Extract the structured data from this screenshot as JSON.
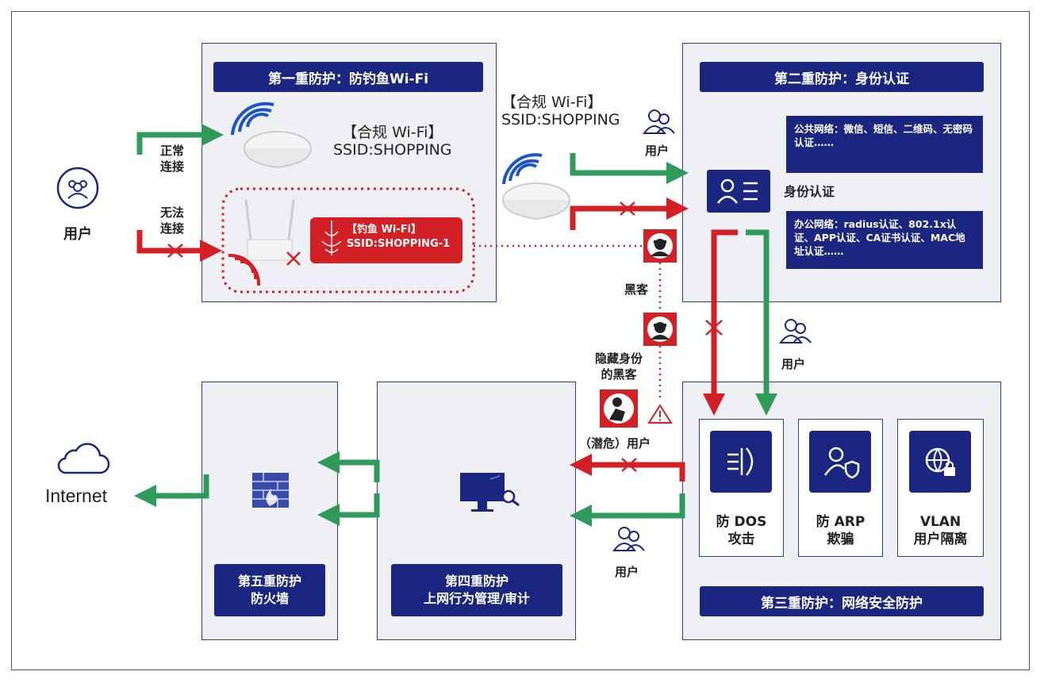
{
  "user_main": {
    "label": "用户"
  },
  "connect_ok": {
    "line1": "正常",
    "line2": "连接"
  },
  "connect_fail": {
    "line1": "无法",
    "line2": "连接"
  },
  "layer1": {
    "title": "第一重防护：防钓鱼Wi-Fi",
    "legit_line1": "【合规 Wi-Fi】",
    "legit_line2": "SSID:SHOPPING",
    "phish_line1": "【钓鱼 Wi-Fi】",
    "phish_line2": "SSID:SHOPPING-1"
  },
  "mid_ap": {
    "line1": "【合规 Wi-Fi】",
    "line2": "SSID:SHOPPING",
    "user_label": "用户"
  },
  "layer2": {
    "title": "第二重防护：身份认证",
    "public_net": "公共网络：微信、短信、二维码、无密码认证……",
    "identity_label": "身份认证",
    "office_net": "办公网络：radius认证、802.1x认证、APP认证、CA证书认证、MAC地址认证……"
  },
  "hacker": {
    "label": "黑客"
  },
  "hidden_hacker": {
    "line1": "隐藏身份",
    "line2": "的黑客"
  },
  "potential_user": {
    "label": "（潜危）用户"
  },
  "right_user": {
    "label": "用户"
  },
  "bottom_user": {
    "label": "用户"
  },
  "internet": {
    "label": "Internet"
  },
  "layer3": {
    "title": "第三重防护：网络安全防护",
    "cards": [
      {
        "line1": "防 DOS",
        "line2": "攻击",
        "icon": "shield-filter-icon"
      },
      {
        "line1": "防 ARP",
        "line2": "欺骗",
        "icon": "user-shield-icon"
      },
      {
        "line1": "VLAN",
        "line2": "用户隔离",
        "icon": "globe-lock-icon"
      }
    ]
  },
  "layer4": {
    "line1": "第四重防护",
    "line2": "上网行为管理/审计"
  },
  "layer5": {
    "line1": "第五重防护",
    "line2": "防火墙"
  },
  "colors": {
    "navy": "#1a2680",
    "green": "#2e9b5b",
    "red": "#d31f26",
    "panel": "#eef0f4"
  }
}
